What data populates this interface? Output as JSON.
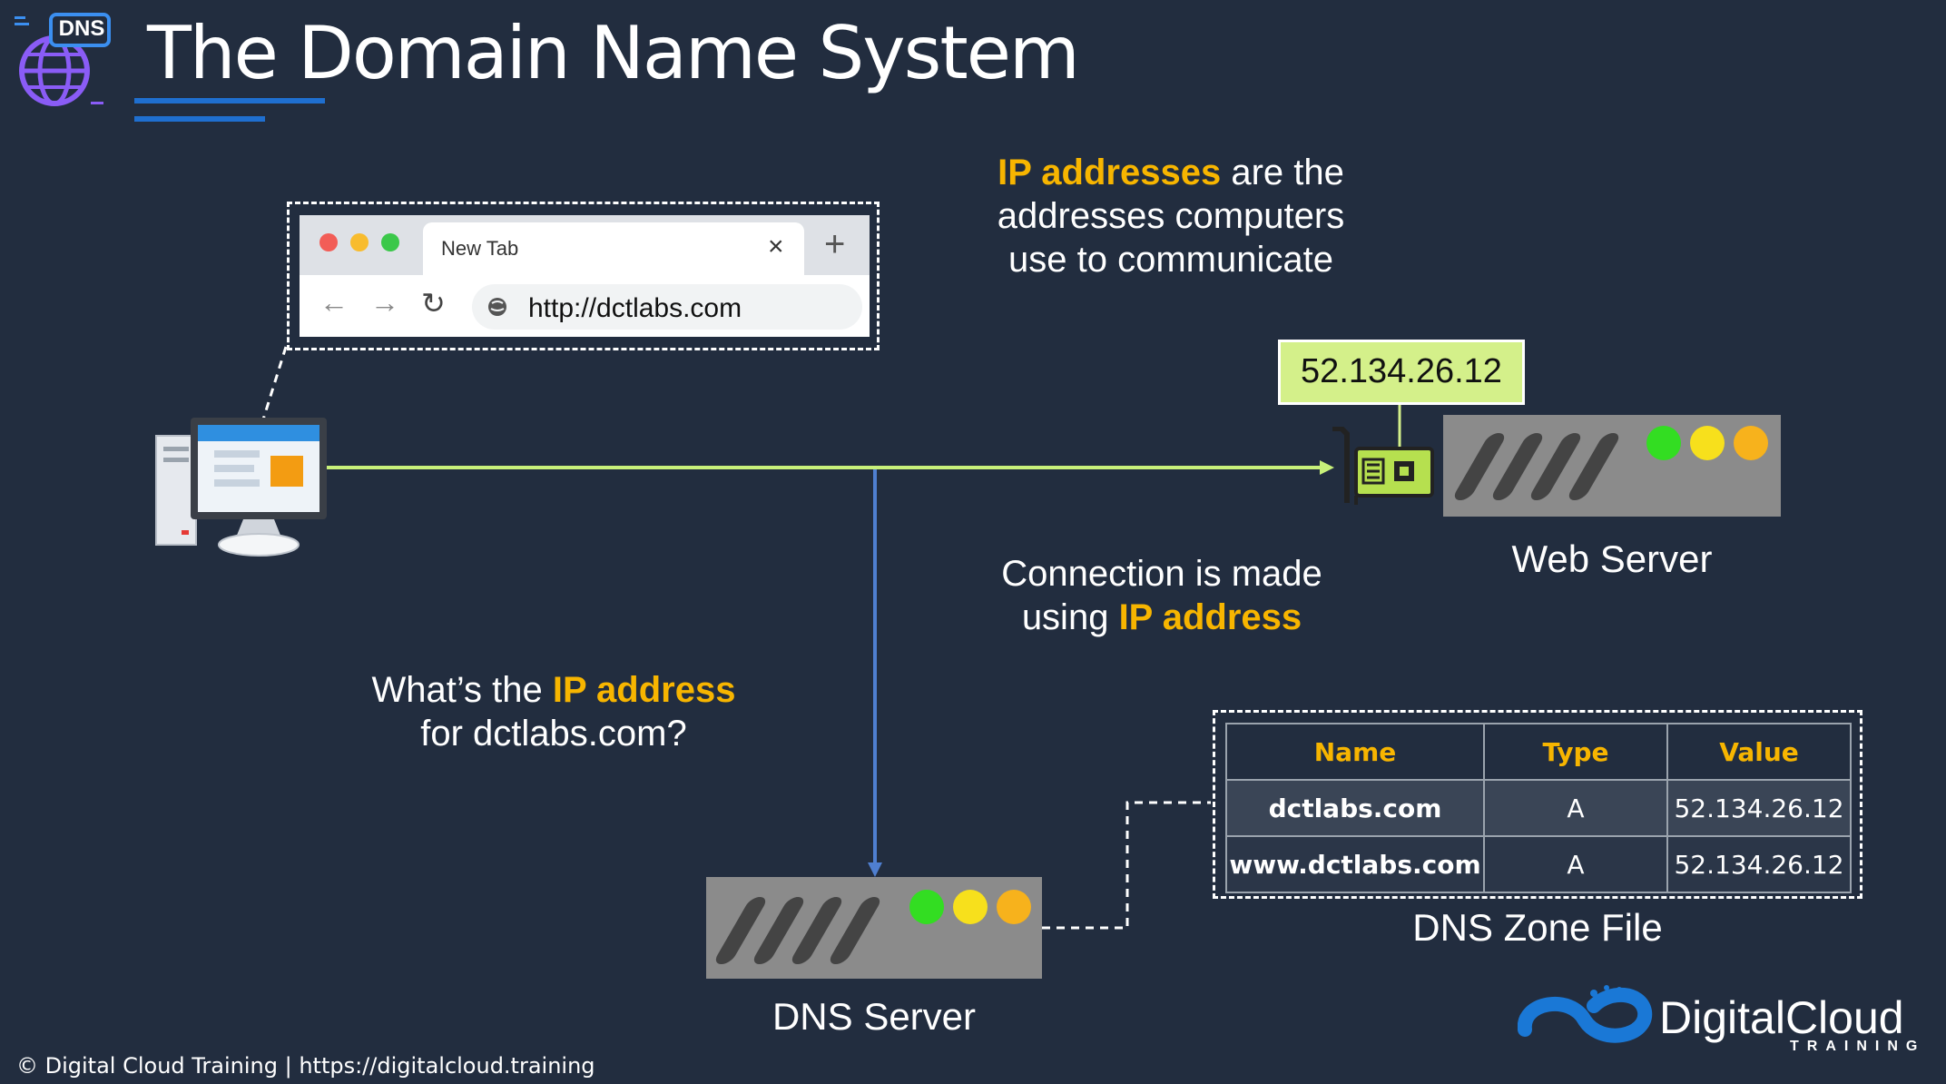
{
  "title": "The Domain Name System",
  "logo": {
    "badge": "DNS",
    "icon": "globe-dns-icon"
  },
  "callout_ip": {
    "highlight": "IP addresses",
    "rest_line1": " are the",
    "line2": "addresses computers",
    "line3": "use to communicate"
  },
  "browser": {
    "tab_label": "New Tab",
    "url": "http://dctlabs.com",
    "close_glyph": "×",
    "plus_glyph": "+",
    "back_glyph": "←",
    "forward_glyph": "→",
    "reload_glyph": "↻"
  },
  "web_server": {
    "label": "Web Server",
    "ip": "52.134.26.12"
  },
  "connection_text": {
    "line1": "Connection is made",
    "prefix2": "using ",
    "highlight2": "IP address"
  },
  "question": {
    "prefix1": "What’s the ",
    "highlight1": "IP address",
    "line2": "for dctlabs.com?"
  },
  "dns_server": {
    "label": "DNS Server"
  },
  "zone_file": {
    "label": "DNS Zone File",
    "headers": [
      "Name",
      "Type",
      "Value"
    ],
    "rows": [
      [
        "dctlabs.com",
        "A",
        "52.134.26.12"
      ],
      [
        "www.dctlabs.com",
        "A",
        "52.134.26.12"
      ]
    ]
  },
  "footer": "© Digital Cloud Training  | https://digitalcloud.training",
  "brand": {
    "name": "DigitalCloud",
    "sub": "TRAINING"
  },
  "colors": {
    "background": "#222d3f",
    "highlight": "#f7b500",
    "accent_blue": "#1f6fd0",
    "connection_line": "#c8f07a",
    "dns_line": "#4f7fd0",
    "ip_box": "#d4f08a"
  }
}
